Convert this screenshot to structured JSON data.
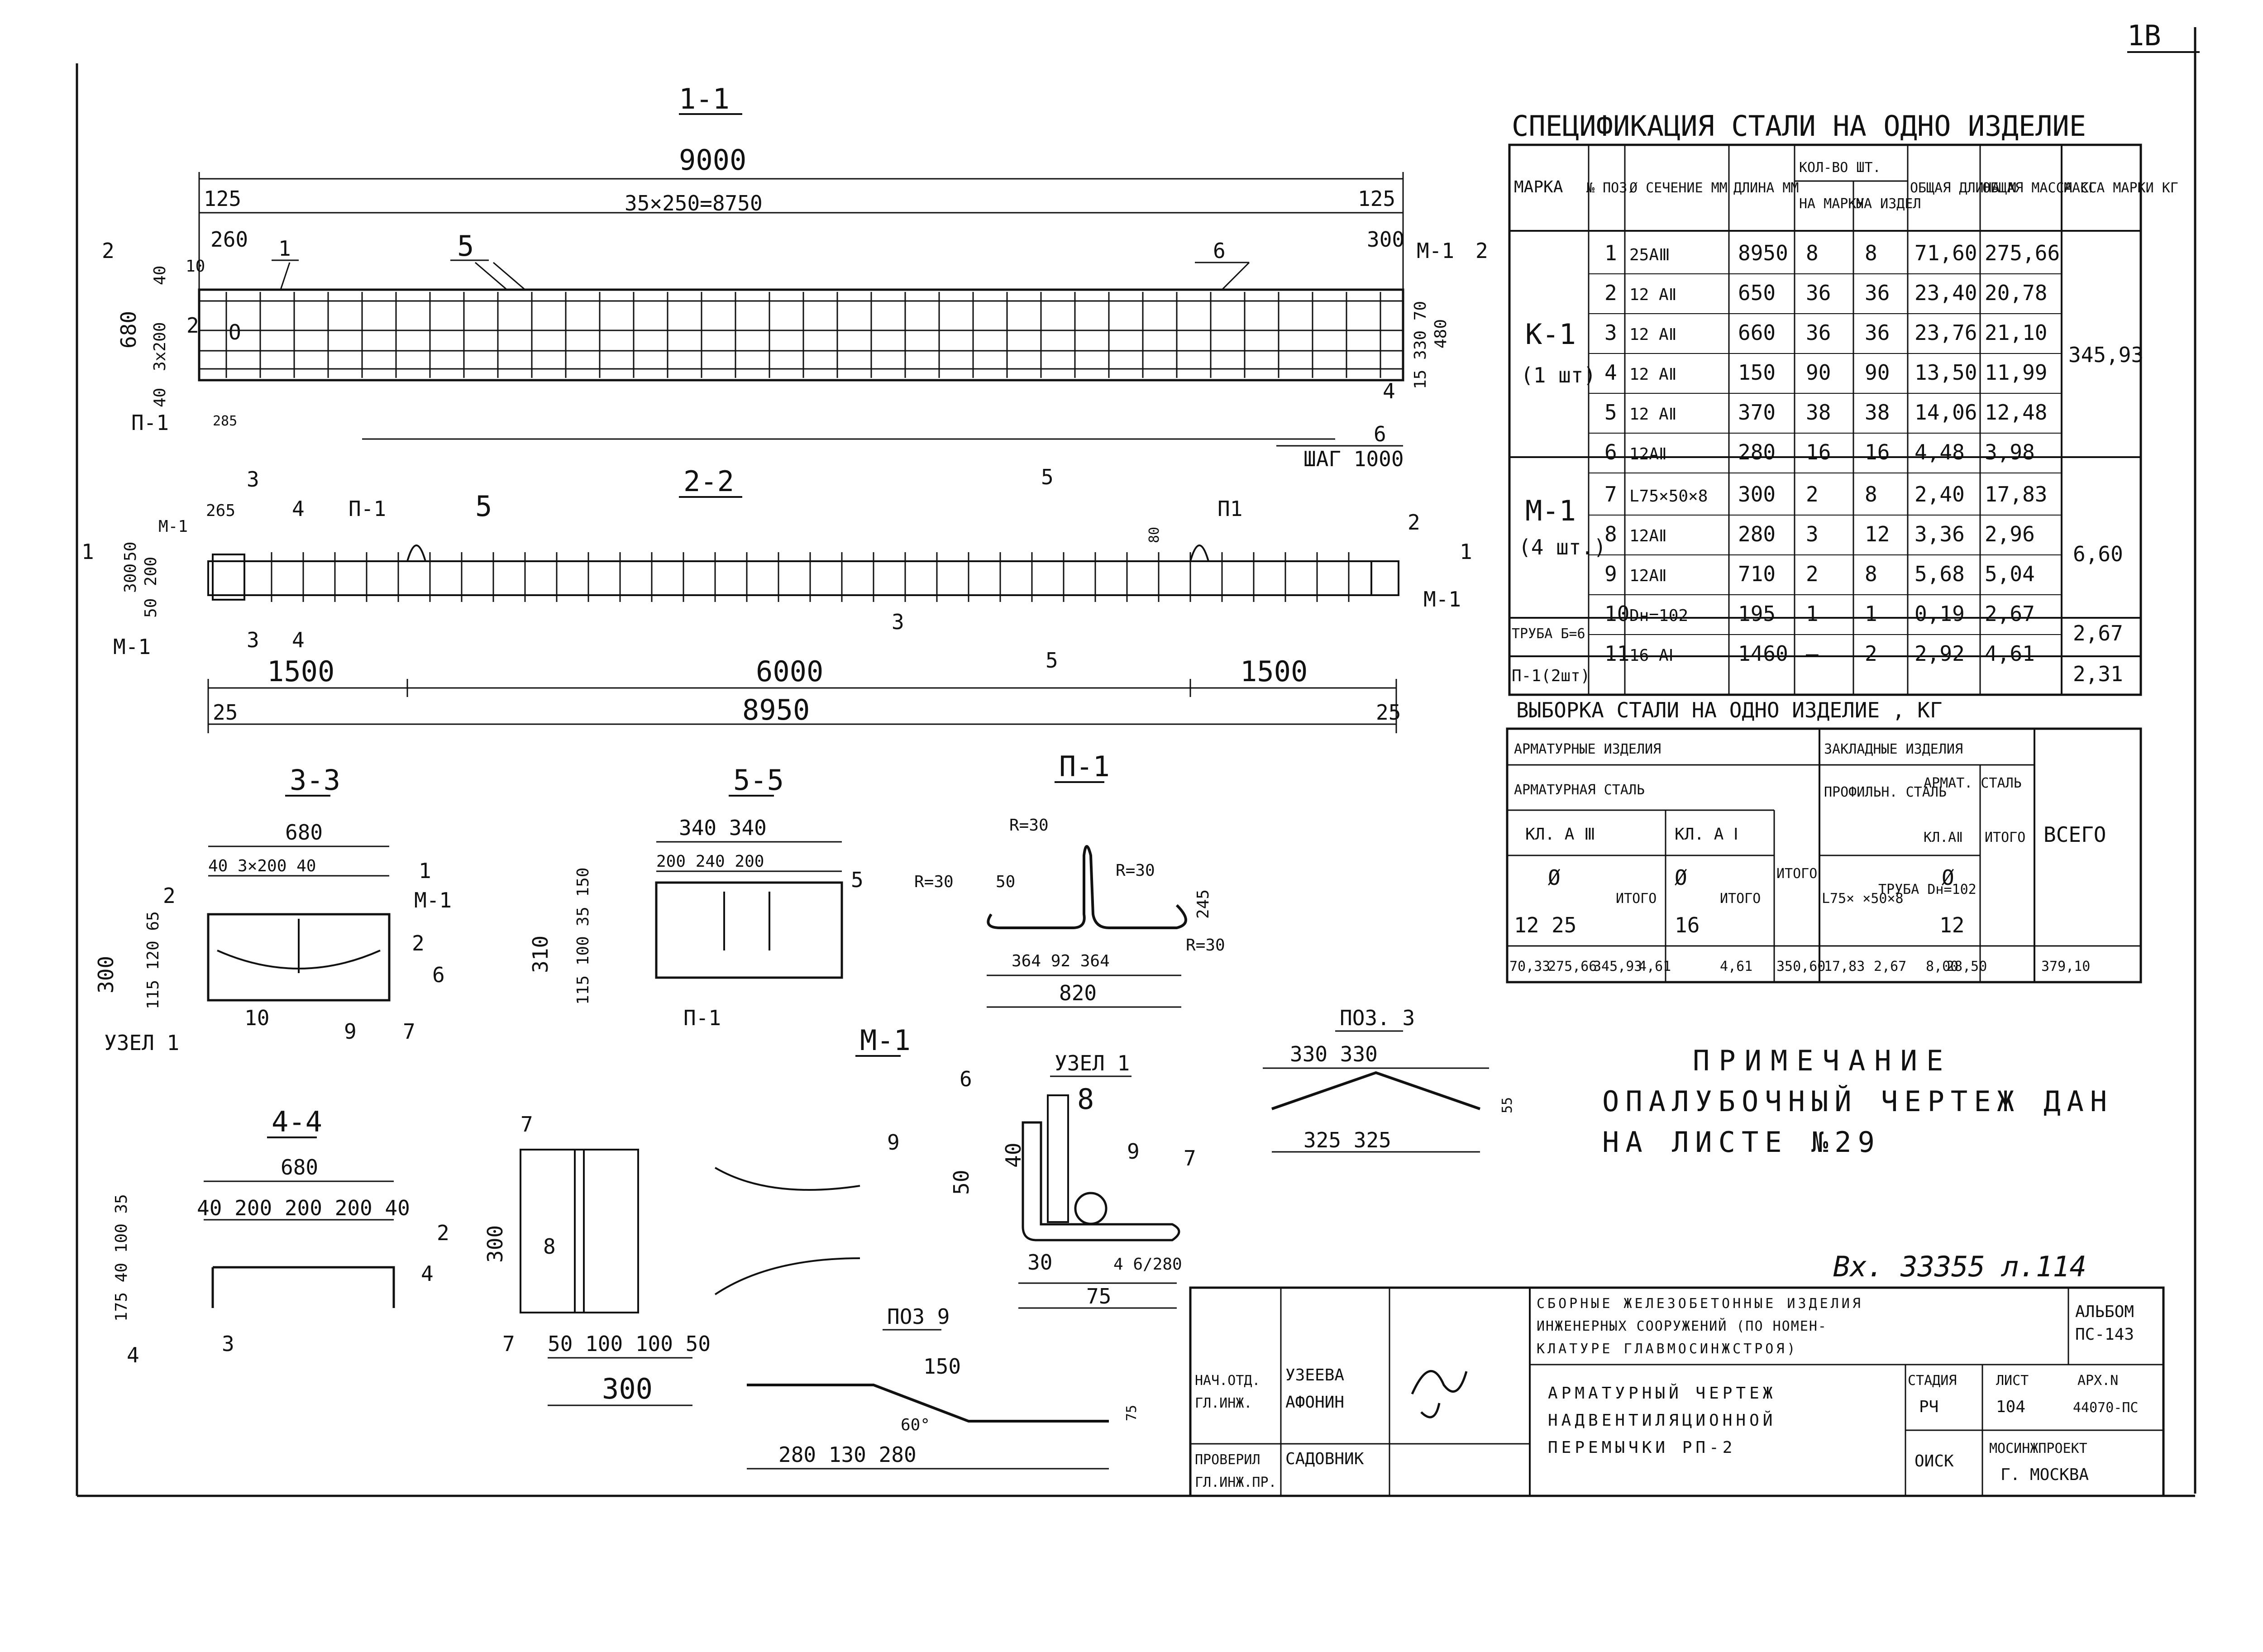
{
  "sheet": {
    "page_number": "1В"
  },
  "main_section": {
    "title": "1-1",
    "total_length": "9000",
    "end_left": "125",
    "end_right": "125",
    "spacing": "35×250=8750",
    "dim_260": "260",
    "dim_300": "300",
    "height_680": "680",
    "h40_top": "40",
    "h_3x200": "3х200",
    "h40_bottom": "40",
    "right_dims": "15 330 70",
    "right_480": "480",
    "label_10": "10",
    "label_4": "4",
    "label_2": "2",
    "label_o": "О",
    "pos_1": "1",
    "pos_5": "5",
    "pos_6": "6",
    "m1": "М-1",
    "p1": "П-1",
    "r_285": "285",
    "cut_left": "2",
    "cut_right": "2",
    "bottom_pos6": "6",
    "step": "ШАГ 1000"
  },
  "section_22": {
    "title": "2-2",
    "d265": "265",
    "d300": "300",
    "d200": "200",
    "d50": "50",
    "d50b": "50",
    "d80": "80",
    "p1_left": "П-1",
    "p1_right": "П1",
    "pos5": "5",
    "pos3": "3",
    "pos2": "2",
    "m1_top": "М-1",
    "m1_left": "М-1",
    "m1_right": "М-1",
    "cut3": "3",
    "cut4": "4",
    "cut5": "5",
    "cut1": "1",
    "seg1": "1500",
    "seg2": "6000",
    "seg3": "1500",
    "total": "8950",
    "e25_left": "25",
    "e25_right": "25"
  },
  "section_33": {
    "title": "3-3",
    "width": "680",
    "sub": "40  3×200  40",
    "height": "300",
    "vdims": "115 120 65",
    "pos2": "2",
    "pos1": "1",
    "m1": "М-1",
    "pos2b": "2",
    "pos6": "6",
    "pos10": "10",
    "pos9": "9",
    "pos7": "7",
    "node": "УЗЕЛ 1"
  },
  "section_55": {
    "title": "5-5",
    "top": "340   340",
    "sub": "200  240  200",
    "height": "310",
    "vdims": "115 100 35 150",
    "pos5": "5",
    "p1": "П-1"
  },
  "detail_p1": {
    "title": "П-1",
    "r1": "R=30",
    "r2": "R=30",
    "r3": "R=30",
    "r4": "R=30",
    "d50": "50",
    "d245": "245",
    "bottom": "364   92   364",
    "total": "820"
  },
  "section_44": {
    "title": "4-4",
    "width": "680",
    "sub": "40 200  200  200 40",
    "vdims": "175 40 100 35",
    "pos2": "2",
    "pos4a": "4",
    "pos4b": "4",
    "pos3": "3"
  },
  "detail_m1": {
    "title": "М-1",
    "pos7a": "7",
    "pos8": "8",
    "pos7b": "7",
    "pos9": "9",
    "h": "300",
    "bottom": "50  100  100  50",
    "total": "300"
  },
  "detail_node": {
    "title": "УЗЕЛ 1",
    "pos6": "6",
    "pos8": "8",
    "pos9": "9",
    "pos7": "7",
    "d50": "50",
    "d40": "40",
    "d30": "30",
    "d75": "75",
    "weld": "4 6/280"
  },
  "detail_pos3": {
    "title": "ПОЗ. 3",
    "top": "330    330",
    "bottom": "325    325",
    "side": "55"
  },
  "detail_pos9": {
    "title": "ПОЗ 9",
    "d150": "150",
    "angle": "60°",
    "bottom": "280    130    280",
    "side": "75"
  },
  "spec_table": {
    "title": "СПЕЦИФИКАЦИЯ СТАЛИ НА ОДНО ИЗДЕЛИЕ",
    "headers": {
      "mark": "МАРКА",
      "pos": "№ ПОЗ.",
      "section": "Ø СЕЧЕНИЕ ММ",
      "length": "ДЛИНА ММ",
      "qty": "КОЛ-ВО ШТ.",
      "qty_mark": "НА МАРКУ",
      "qty_item": "НА ИЗДЕЛ",
      "total_len": "ОБЩАЯ ДЛИНА М",
      "total_mass": "ОБЩАЯ МАССА КГ",
      "mark_mass": "МАССА МАРКИ КГ"
    },
    "groups": [
      {
        "mark": "К-1",
        "qty": "(1 шт)",
        "mass": "345,93"
      },
      {
        "mark": "М-1",
        "qty": "(4 шт.)",
        "mass": "6,60"
      },
      {
        "mark": "ТРУБА Б=6",
        "qty": "",
        "mass": "2,67"
      },
      {
        "mark": "П-1(2шт)",
        "qty": "",
        "mass": "2,31"
      }
    ],
    "rows": [
      {
        "pos": "1",
        "section": "25АⅢ",
        "length": "8950",
        "qm": "8",
        "qi": "8",
        "tl": "71,60",
        "tm": "275,66"
      },
      {
        "pos": "2",
        "section": "12 АⅡ",
        "length": "650",
        "qm": "36",
        "qi": "36",
        "tl": "23,40",
        "tm": "20,78"
      },
      {
        "pos": "3",
        "section": "12 АⅡ",
        "length": "660",
        "qm": "36",
        "qi": "36",
        "tl": "23,76",
        "tm": "21,10"
      },
      {
        "pos": "4",
        "section": "12 АⅡ",
        "length": "150",
        "qm": "90",
        "qi": "90",
        "tl": "13,50",
        "tm": "11,99"
      },
      {
        "pos": "5",
        "section": "12 АⅡ",
        "length": "370",
        "qm": "38",
        "qi": "38",
        "tl": "14,06",
        "tm": "12,48"
      },
      {
        "pos": "6",
        "section": "12АⅡ",
        "length": "280",
        "qm": "16",
        "qi": "16",
        "tl": "4,48",
        "tm": "3,98"
      },
      {
        "pos": "7",
        "section": "L75×50×8",
        "length": "300",
        "qm": "2",
        "qi": "8",
        "tl": "2,40",
        "tm": "17,83"
      },
      {
        "pos": "8",
        "section": "12АⅡ",
        "length": "280",
        "qm": "3",
        "qi": "12",
        "tl": "3,36",
        "tm": "2,96"
      },
      {
        "pos": "9",
        "section": "12АⅡ",
        "length": "710",
        "qm": "2",
        "qi": "8",
        "tl": "5,68",
        "tm": "5,04"
      },
      {
        "pos": "10",
        "section": "Dн=102",
        "length": "195",
        "qm": "1",
        "qi": "1",
        "tl": "0,19",
        "tm": "2,67"
      },
      {
        "pos": "11",
        "section": "16 АⅠ",
        "length": "1460",
        "qm": "—",
        "qi": "2",
        "tl": "2,92",
        "tm": "4,61"
      }
    ]
  },
  "selection_table": {
    "title": "ВЫБОРКА СТАЛИ НА ОДНО ИЗДЕЛИЕ , КГ",
    "h_arm_items": "АРМАТУРНЫЕ ИЗДЕЛИЯ",
    "h_emb_items": "ЗАКЛАДНЫЕ ИЗДЕЛИЯ",
    "h_arm_steel": "АРМАТУРНАЯ СТАЛЬ",
    "h_kl3": "КЛ. А Ⅲ",
    "h_kl1": "КЛ. А Ⅰ",
    "h_itogo": "ИТОГО",
    "h_prof": "ПРОФИЛЬН. СТАЛЬ",
    "h_arm_st": "АРМАТ. СТАЛЬ",
    "h_kl2": "КЛ.АⅡ",
    "h_itogo2": "ИТОГО",
    "h_vsego": "ВСЕГО",
    "h_d1": "Ø",
    "h_1225": "12   25",
    "h_it1": "ИТОГО",
    "h_d2": "Ø",
    "h_16": "16",
    "h_it2": "ИТОГО",
    "h_l75": "L75× ×50×8",
    "h_tube": "ТРУБА Dн=102",
    "h_d3": "Ø",
    "h_12": "12",
    "values": [
      "70,33",
      "275,66",
      "345,93",
      "4,61",
      "4,61",
      "350,60",
      "17,83",
      "2,67",
      "8,00",
      "28,50",
      "379,10"
    ]
  },
  "note": {
    "title": "ПРИМЕЧАНИЕ",
    "line1": "ОПАЛУБОЧНЫЙ ЧЕРТЕЖ ДАН",
    "line2": "НА ЛИСТЕ №29"
  },
  "stamp": {
    "inv": "Вх. 33355 л.114",
    "desc1": "СБОРНЫЕ ЖЕЛЕЗОБЕТОННЫЕ ИЗДЕЛИЯ",
    "desc2": "ИНЖЕНЕРНЫХ СООРУЖЕНИЙ (ПО НОМЕН-",
    "desc3": "КЛАТУРЕ ГЛАВМОСИНЖСТРОЯ)",
    "album1": "АЛЬБОМ",
    "album2": "ПС-143",
    "role1": "НАЧ.ОТД.",
    "role2": "ГЛ.ИНЖ.",
    "role3": "ПРОВЕРИЛ",
    "role4": "ГЛ.ИНЖ.ПР.",
    "name1": "УЗЕЕВА",
    "name2": "АФОНИН",
    "name3": "САДОВНИК",
    "name4": "",
    "title1": "АРМАТУРНЫЙ ЧЕРТЕЖ",
    "title2": "НАДВЕНТИЛЯЦИОННОЙ",
    "title3": "ПЕРЕМЫЧКИ  РП-2",
    "stage_h": "СТАДИЯ",
    "stage": "РЧ",
    "sheet_h": "ЛИСТ",
    "sheet": "104",
    "arch_h": "АРХ.N",
    "arch": "44070-ПС",
    "dept": "ОИСК",
    "org1": "МОСИНЖПРОЕКТ",
    "org2": "Г. МОСКВА"
  }
}
